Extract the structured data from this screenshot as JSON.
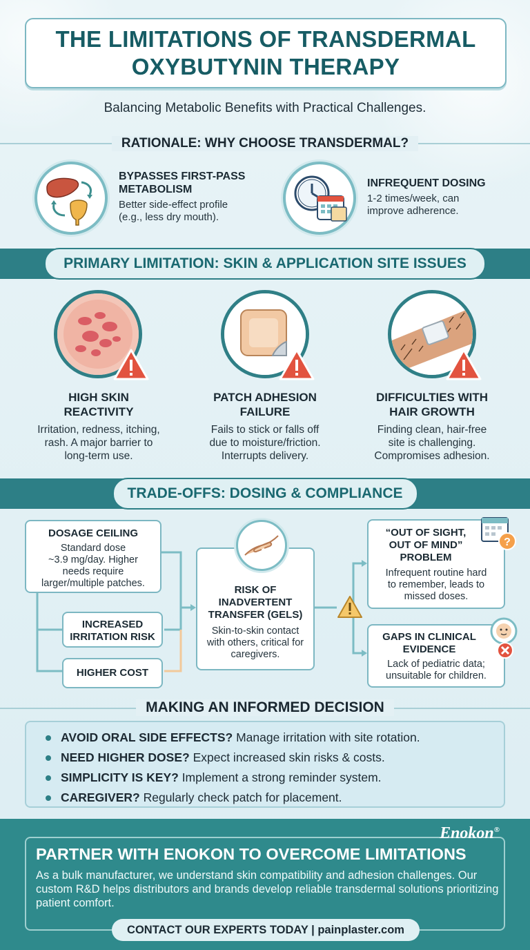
{
  "header": {
    "title_line1": "THE LIMITATIONS OF TRANSDERMAL",
    "title_line2": "OXYBUTYNIN THERAPY",
    "subtitle": "Balancing Metabolic Benefits with Practical Challenges."
  },
  "rationale": {
    "heading": "RATIONALE: WHY CHOOSE TRANSDERMAL?",
    "items": [
      {
        "icon": "liver-bladder-icon",
        "title_line1": "BYPASSES FIRST-PASS",
        "title_line2": "METABOLISM",
        "body_line1": "Better side-effect profile",
        "body_line2": "(e.g., less dry mouth)."
      },
      {
        "icon": "clock-calendar-icon",
        "title": "INFREQUENT DOSING",
        "body_line1": "1-2 times/week, can",
        "body_line2": "improve adherence."
      }
    ]
  },
  "limitations": {
    "heading": "PRIMARY LIMITATION: SKIN & APPLICATION SITE ISSUES",
    "items": [
      {
        "icon": "skin-rash-icon",
        "title_line1": "HIGH SKIN",
        "title_line2": "REACTIVITY",
        "body_line1": "Irritation, redness, itching,",
        "body_line2": "rash. A major barrier to",
        "body_line3": "long-term use."
      },
      {
        "icon": "peeling-patch-icon",
        "title_line1": "PATCH ADHESION",
        "title_line2": "FAILURE",
        "body_line1": "Fails to stick or falls off",
        "body_line2": "due to moisture/friction.",
        "body_line3": "Interrupts delivery."
      },
      {
        "icon": "hairy-arm-patch-icon",
        "title_line1": "DIFFICULTIES WITH",
        "title_line2": "HAIR GROWTH",
        "body_line1": "Finding clean, hair-free",
        "body_line2": "site is challenging.",
        "body_line3": "Compromises adhesion."
      }
    ]
  },
  "tradeoffs": {
    "heading": "TRADE-OFFS: DOSING & COMPLIANCE",
    "dosage": {
      "title": "DOSAGE CEILING",
      "body_line1": "Standard dose",
      "body_line2": "~3.9 mg/day. Higher",
      "body_line3": "needs require",
      "body_line4": "larger/multiple patches."
    },
    "irritation": {
      "title_line1": "INCREASED",
      "title_line2": "IRRITATION RISK"
    },
    "cost": {
      "title": "HIGHER COST"
    },
    "transfer": {
      "title_line1": "RISK OF",
      "title_line2": "INADVERTENT",
      "title_line3": "TRANSFER (GELS)",
      "body_line1": "Skin-to-skin contact",
      "body_line2": "with others, critical for",
      "body_line3": "caregivers."
    },
    "out_of_sight": {
      "title_line1": "“OUT OF SIGHT,",
      "title_line2": "OUT OF MIND”",
      "title_line3": "PROBLEM",
      "body_line1": "Infrequent routine hard",
      "body_line2": "to remember, leads to",
      "body_line3": "missed doses."
    },
    "gaps": {
      "title_line1": "GAPS IN CLINICAL",
      "title_line2": "EVIDENCE",
      "body_line1": "Lack of pediatric data;",
      "body_line2": "unsuitable for children."
    }
  },
  "decision": {
    "heading": "MAKING AN INFORMED DECISION",
    "items": [
      {
        "bold": "AVOID ORAL SIDE EFFECTS?",
        "text": " Manage irritation with site rotation."
      },
      {
        "bold": "NEED HIGHER DOSE?",
        "text": " Expect increased skin risks & costs."
      },
      {
        "bold": "SIMPLICITY IS KEY?",
        "text": " Implement a strong reminder system."
      },
      {
        "bold": "CAREGIVER?",
        "text": " Regularly check patch for placement."
      }
    ]
  },
  "footer": {
    "brand": "Enokon",
    "brand_mark": "®",
    "title": "PARTNER WITH ENOKON TO OVERCOME LIMITATIONS",
    "body": "As a bulk manufacturer, we understand skin compatibility and adhesion challenges. Our custom R&D helps distributors and brands develop reliable transdermal solutions prioritizing patient comfort.",
    "cta": "CONTACT OUR EXPERTS TODAY | painplaster.com"
  },
  "colors": {
    "accent_teal": "#2d7f86",
    "title_teal": "#175c64",
    "warning_red": "#e2533f",
    "background": "#e6f2f6"
  }
}
